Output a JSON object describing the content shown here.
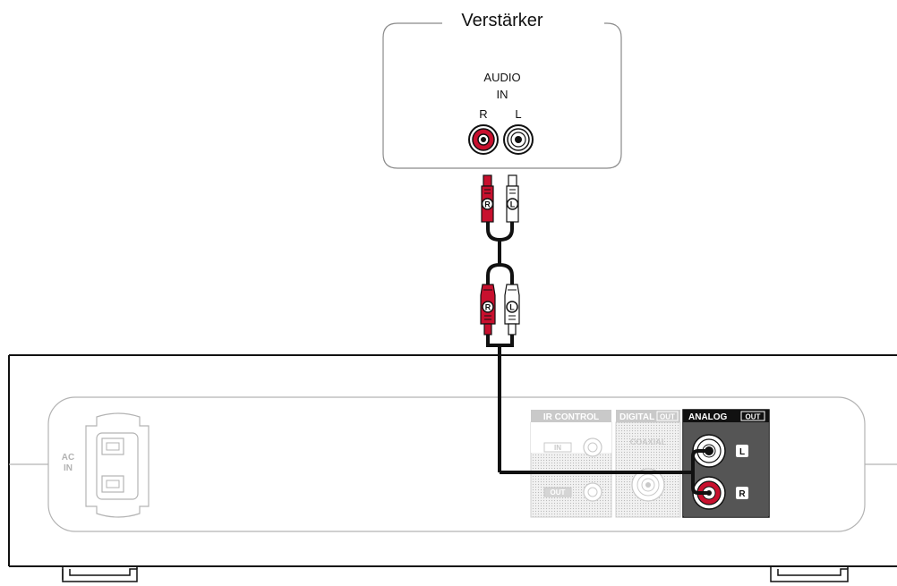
{
  "amplifier": {
    "title": "Verstärker",
    "audio_label": "AUDIO",
    "in_label": "IN",
    "jack_r_label": "R",
    "jack_l_label": "L"
  },
  "cable": {
    "plug_r_letter": "R",
    "plug_l_letter": "L"
  },
  "device": {
    "ac_in_line1": "AC",
    "ac_in_line2": "IN",
    "ir_control_label": "IR CONTROL",
    "ir_in_label": "IN",
    "ir_out_label": "OUT",
    "digital_label": "DIGITAL",
    "digital_out_badge": "OUT",
    "coaxial_label": "COAXIAL",
    "analog_label": "ANALOG",
    "analog_out_badge": "OUT",
    "analog_l_letter": "L",
    "analog_r_letter": "R"
  },
  "colors": {
    "red_plug": "#c8102e",
    "cable": "#111111",
    "panel_gray": "#d9d9d9",
    "analog_panel": "#555555"
  }
}
